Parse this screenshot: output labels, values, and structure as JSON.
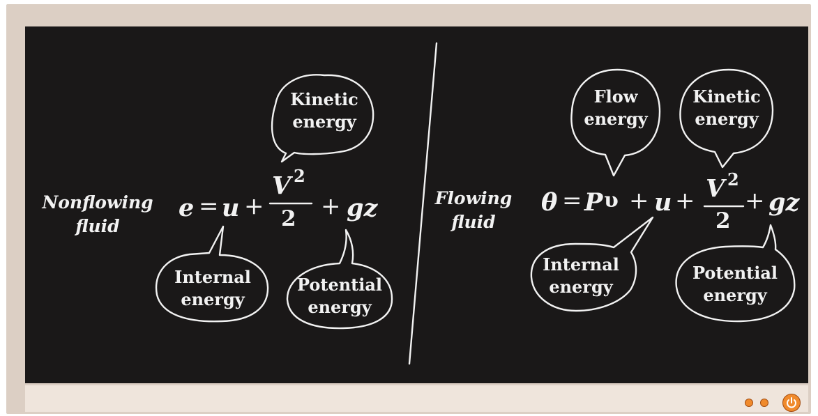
{
  "colors": {
    "board": "#1a1818",
    "chalk": "#f2f2f2",
    "frame": "#dccfc4",
    "accent": "#f08a2c"
  },
  "left": {
    "label_line1": "Nonflowing",
    "label_line2": "fluid",
    "eq": {
      "e": "e",
      "eq": "=",
      "u": "u",
      "plus1": "+",
      "V": "V",
      "exp": "2",
      "den": "2",
      "plus2": "+",
      "gz": "gz"
    },
    "kinetic": {
      "line1": "Kinetic",
      "line2": "energy"
    },
    "internal": {
      "line1": "Internal",
      "line2": "energy"
    },
    "potential": {
      "line1": "Potential",
      "line2": "energy"
    }
  },
  "right": {
    "label_line1": "Flowing",
    "label_line2": "fluid",
    "eq": {
      "theta": "θ",
      "eq": "=",
      "Pv": "P",
      "nu": "υ",
      "plus0": "+",
      "u": "u",
      "plus1": "+",
      "V": "V",
      "exp": "2",
      "den": "2",
      "plus2": "+",
      "gz": "gz"
    },
    "flow": {
      "line1": "Flow",
      "line2": "energy"
    },
    "kinetic": {
      "line1": "Kinetic",
      "line2": "energy"
    },
    "internal": {
      "line1": "Internal",
      "line2": "energy"
    },
    "potential": {
      "line1": "Potential",
      "line2": "energy"
    }
  },
  "controls": {
    "icons": [
      "dot-icon",
      "dot-icon",
      "power-icon"
    ]
  }
}
